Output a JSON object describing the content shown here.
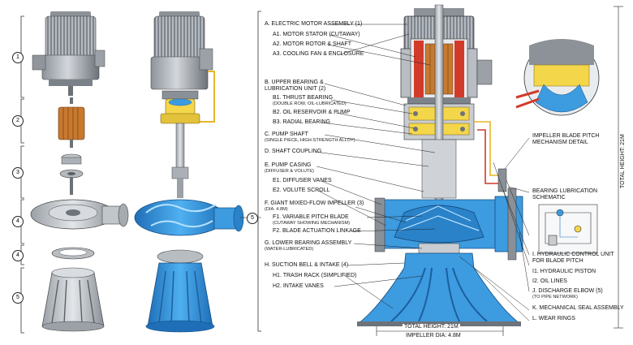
{
  "colors": {
    "pump_blue": "#3d9be0",
    "pump_blue_dark": "#1f6fb8",
    "housing_grey": "#b9bec4",
    "housing_dark": "#6d737a",
    "bearing_yellow": "#f4d64a",
    "motor_red": "#d23a2a",
    "copper": "#c9792e"
  },
  "exploded_view": {
    "step_numbers": [
      "1",
      "2",
      "3",
      "4",
      "4",
      "5"
    ]
  },
  "callouts": [
    {
      "id": "A",
      "title": "A. Electric Motor Assembly (1)"
    },
    {
      "id": "A1",
      "title": "A1. Motor Stator (Cutaway)"
    },
    {
      "id": "A2",
      "title": "A2. Motor Rotor & Shaft"
    },
    {
      "id": "A3",
      "title": "A3. Cooling Fan & Enclosure"
    },
    {
      "id": "B",
      "title": "B. Upper Bearing &",
      "title2": "Lubrication Unit (2)"
    },
    {
      "id": "B1",
      "title": "B1. Thrust Bearing",
      "sub": "(Double Row, Oil-Lubricated)"
    },
    {
      "id": "B2",
      "title": "B2. Oil Reservoir & Pump"
    },
    {
      "id": "B3",
      "title": "B3. Radial Bearing"
    },
    {
      "id": "C",
      "title": "C. Pump Shaft",
      "sub": "(Single Piece, High-Strength Alloy)"
    },
    {
      "id": "D",
      "title": "D. Shaft Coupling"
    },
    {
      "id": "E",
      "title": "E. Pump Casing",
      "sub": "(Diffuser & Volute)"
    },
    {
      "id": "E1",
      "title": "E1. Diffuser Vanes"
    },
    {
      "id": "E2",
      "title": "E2. Volute Scroll"
    },
    {
      "id": "F",
      "title": "F. Giant Mixed-Flow Impeller (3)",
      "sub": "(Dia. 4.8m)"
    },
    {
      "id": "F1",
      "title": "F1. Variable Pitch Blade",
      "sub": "(Cutaway Showing Mechanism)"
    },
    {
      "id": "F2",
      "title": "F2. Blade Actuation Linkage"
    },
    {
      "id": "G",
      "title": "G. Lower Bearing Assembly",
      "sub": "(Water-Lubricated)"
    },
    {
      "id": "H",
      "title": "H. Suction Bell & Intake (4)"
    },
    {
      "id": "H1",
      "title": "H1. Trash Rack (Simplified)"
    },
    {
      "id": "H2",
      "title": "H2. Intake Vanes"
    }
  ],
  "right_callouts": [
    {
      "id": "detail",
      "title": "Impeller Blade Pitch",
      "title2": "Mechanism Detail"
    },
    {
      "id": "lube",
      "title": "Bearing Lubrication",
      "title2": "Schematic"
    },
    {
      "id": "I",
      "title": "I. Hydraulic Control Unit",
      "title2": "for Blade Pitch"
    },
    {
      "id": "I1",
      "title": "I1. Hydraulic Piston"
    },
    {
      "id": "I2",
      "title": "I2. Oil Lines"
    },
    {
      "id": "J",
      "title": "J. Discharge Elbow (5)",
      "sub": "(To Pipe Network)"
    },
    {
      "id": "K",
      "title": "K. Mechanical Seal Assembly"
    },
    {
      "id": "L",
      "title": "L. Wear Rings"
    }
  ],
  "dimensions": {
    "total_height_vertical": "Total Height: 21m",
    "total_height_bottom": "Total Height: 21m",
    "impeller_dia": "Impeller Dia: 4.8m"
  },
  "main_view_marker": "5"
}
